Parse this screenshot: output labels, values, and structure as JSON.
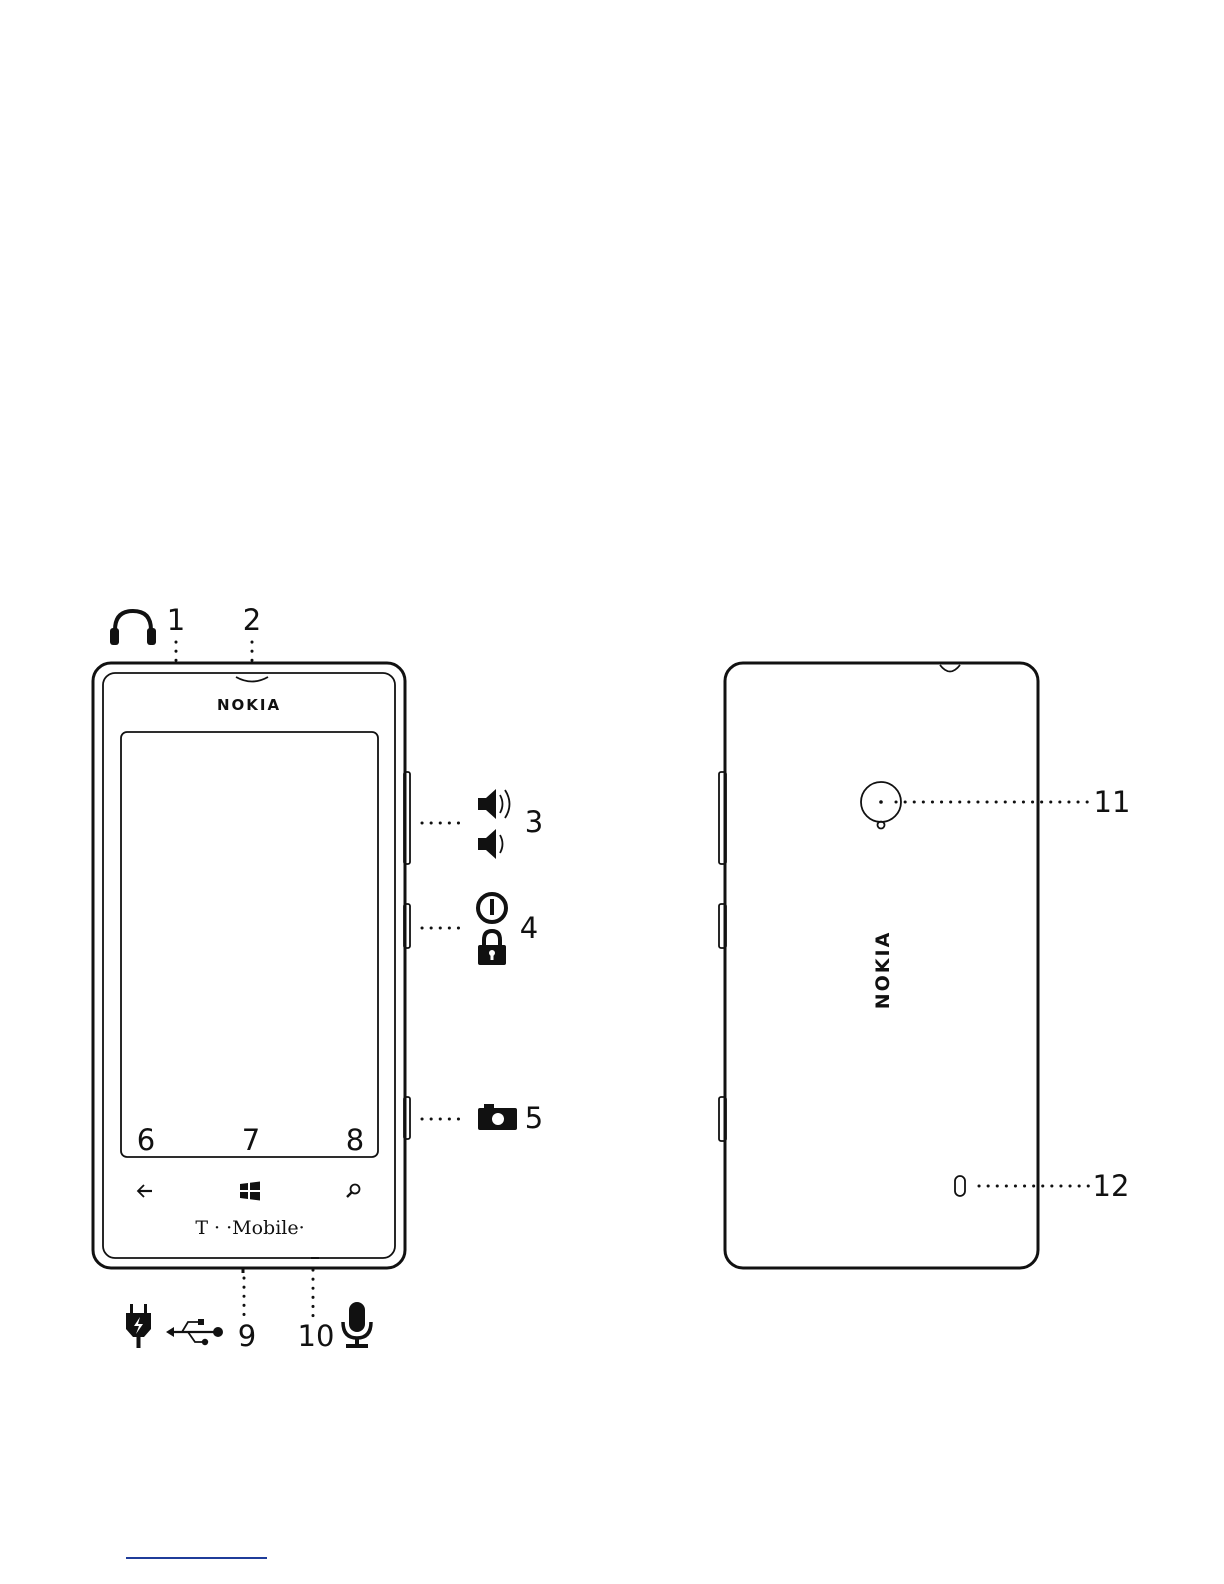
{
  "front": {
    "brand": "NOKIA",
    "carrier": "T · ·Mobile·",
    "screen_labels": {
      "back": "6",
      "start": "7",
      "search": "8"
    }
  },
  "back": {
    "brand": "NOKIA"
  },
  "callouts": {
    "headset": "1",
    "earpiece": "2",
    "volume": "3",
    "power_lock": "4",
    "camera_key": "5",
    "usb_charger": "9",
    "microphone": "10",
    "camera": "11",
    "flash": "12"
  },
  "icons": {
    "headset": "headphones-icon",
    "volume_up": "volume-up-icon",
    "volume_down": "volume-down-icon",
    "power": "power-icon",
    "lock": "lock-icon",
    "camera": "camera-icon",
    "charger": "charger-plug-icon",
    "usb": "usb-icon",
    "microphone": "microphone-icon",
    "back": "back-arrow-icon",
    "start": "windows-start-icon",
    "search": "search-icon"
  },
  "colors": {
    "line": "#111111",
    "link_underline": "#1f3c9a"
  }
}
